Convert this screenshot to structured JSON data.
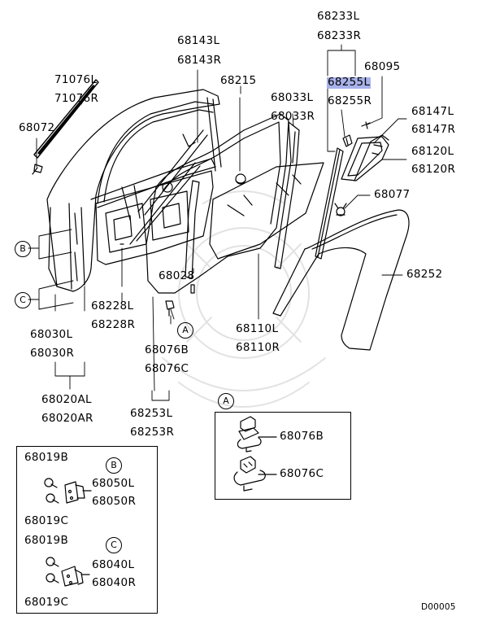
{
  "diagram": {
    "labels": {
      "p68233L": "68233L",
      "p68233R": "68233R",
      "p68095": "68095",
      "p68255L": "68255L",
      "p68255R": "68255R",
      "p68147L": "68147L",
      "p68147R": "68147R",
      "p68120L": "68120L",
      "p68120R": "68120R",
      "p68077": "68077",
      "p68252": "68252",
      "p68143L": "68143L",
      "p68143R": "68143R",
      "p68215": "68215",
      "p68033L": "68033L",
      "p68033R": "68033R",
      "p71076L": "71076L",
      "p71076R": "71076R",
      "p68072": "68072",
      "p68028": "68028",
      "p68228L": "68228L",
      "p68228R": "68228R",
      "p68030L": "68030L",
      "p68030R": "68030R",
      "p68020AL": "68020AL",
      "p68020AR": "68020AR",
      "p68076B": "68076B",
      "p68076C": "68076C",
      "p68253L": "68253L",
      "p68253R": "68253R",
      "p68110L": "68110L",
      "p68110R": "68110R"
    },
    "callouts": {
      "B": "B",
      "C": "C",
      "A": "A"
    },
    "inset_a": {
      "circle": "A",
      "p68076B": "68076B",
      "p68076C": "68076C"
    },
    "inset_bc": {
      "circle_b": "B",
      "circle_c": "C",
      "p68019B_1": "68019B",
      "p68050L": "68050L",
      "p68050R": "68050R",
      "p68019C_1": "68019C",
      "p68019B_2": "68019B",
      "p68040L": "68040L",
      "p68040R": "68040R",
      "p68019C_2": "68019C"
    },
    "highlighted_part": "68255L",
    "highlight_color": "#a8b2ea",
    "drawing_code": "D00005"
  }
}
